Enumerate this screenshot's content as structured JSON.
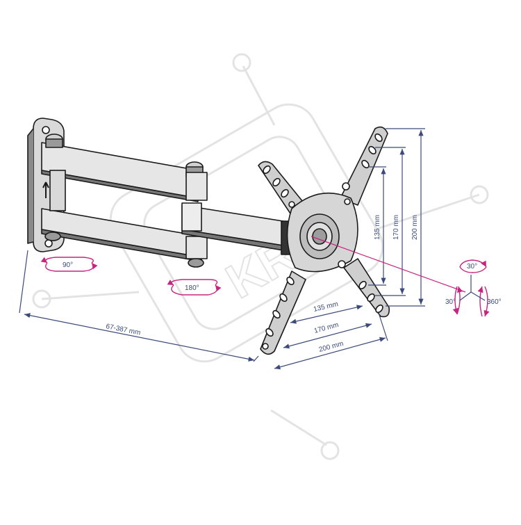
{
  "colors": {
    "dimension_line": "#3b4a7a",
    "rotation_arrow": "#c8237e",
    "outline": "#1a1a1a",
    "part_fill": "#d4d4d4",
    "part_dark": "#7a7a7a",
    "watermark": "#e6e6e6"
  },
  "watermark": {
    "text": "KR"
  },
  "rotations": {
    "wall_pivot": "90°",
    "arm_pivot": "180°",
    "tilt_up": "30°",
    "tilt_side": "30°",
    "rotate": "360°"
  },
  "dimensions": {
    "arm_extension": "67-387 mm",
    "horizontal": [
      "135 mm",
      "170 mm",
      "200 mm"
    ],
    "vertical": [
      "135 mm",
      "170 mm",
      "200 mm"
    ]
  }
}
